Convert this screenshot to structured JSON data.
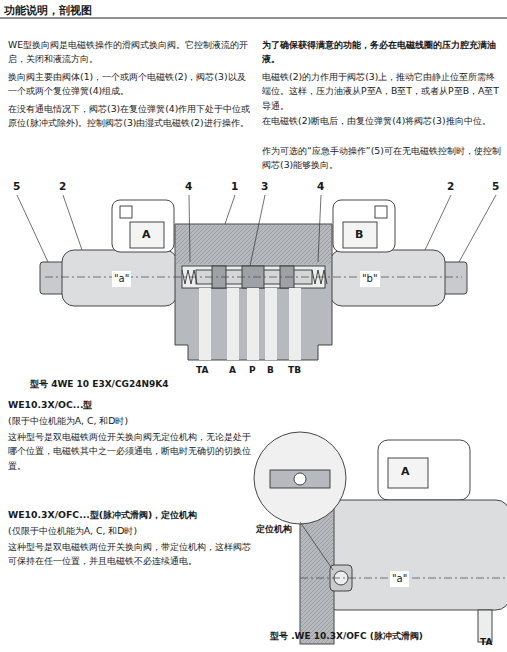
{
  "diagram": {
    "title": "功能说明，剖视图",
    "labels": [
      "WE型换向阀是电磁铁操作的滑阀式换向阀。它控制液流的开启，关闭和液流方向。",
      "换向阀主要由阀体(1)，一个或两个电磁铁(2)，阀芯(3)以及一个或两个复位弹簧(4)组成。",
      "在没有通电情况下，阀芯(3)在复位弹簧(4)作用下处于中位或原位(脉冲式除外)。控制阀芯(3)由湿式电磁铁(2)进行操作。",
      "为了确保获得满意的功能，务必在电磁线圈的压力腔充满油液。",
      "电磁铁(2)的力作用于阀芯(3)上，推动它由静止位至所需终端位。这样，压力油液从P至A，B至T，或者从P至B，A至T导通。",
      "在电磁铁(2)断电后，由复位弹簧(4)将阀芯(3)推向中位。",
      "作为可选的“应急手动操作”(5)可在无电磁铁控制时，使控制阀芯(3)能够换向。",
      "5",
      "2",
      "4",
      "1",
      "3",
      "4",
      "2",
      "5",
      "A",
      "B",
      "\"a\"",
      "\"b\"",
      "TA",
      "A",
      "P",
      "B",
      "TB",
      "型号 4WE 10 E3X/CG24N9K4",
      "WE10.3X/OC...型",
      "(限于中位机能为A, C, 和D时)",
      "这种型号是双电磁铁两位开关换向阀无定位机构，无论是处于哪个位置，电磁铁其中之一必须通电，断电时无确切的切换位置。",
      "WE10.3X/OFC...型(脉冲式滑阀)，定位机构",
      "(仅限于中位机能为A, C, 和D时)",
      "这种型号是双电磁铁两位开关换向阀，带定位机构，这样阀芯可保持在任一位置，并且电磁铁不必连续通电。",
      "A",
      "定位机构",
      "\"a\"",
      "TA",
      "型号 .WE 10.3X/OFC (脉冲式滑阀)"
    ]
  }
}
